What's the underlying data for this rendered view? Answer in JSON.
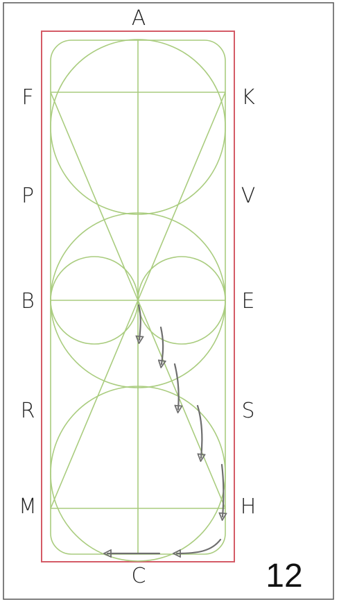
{
  "markers": {
    "A": "A",
    "K": "K",
    "V": "V",
    "E": "E",
    "S": "S",
    "H": "H",
    "C": "C",
    "M": "M",
    "R": "R",
    "B": "B",
    "P": "P",
    "F": "F"
  },
  "page_number": "12",
  "colors": {
    "arena_border": "#d45a66",
    "track_lines": "#a9cc7e",
    "path_stroke": "#6e6e6e",
    "text": "#222222",
    "frame": "#444444"
  }
}
